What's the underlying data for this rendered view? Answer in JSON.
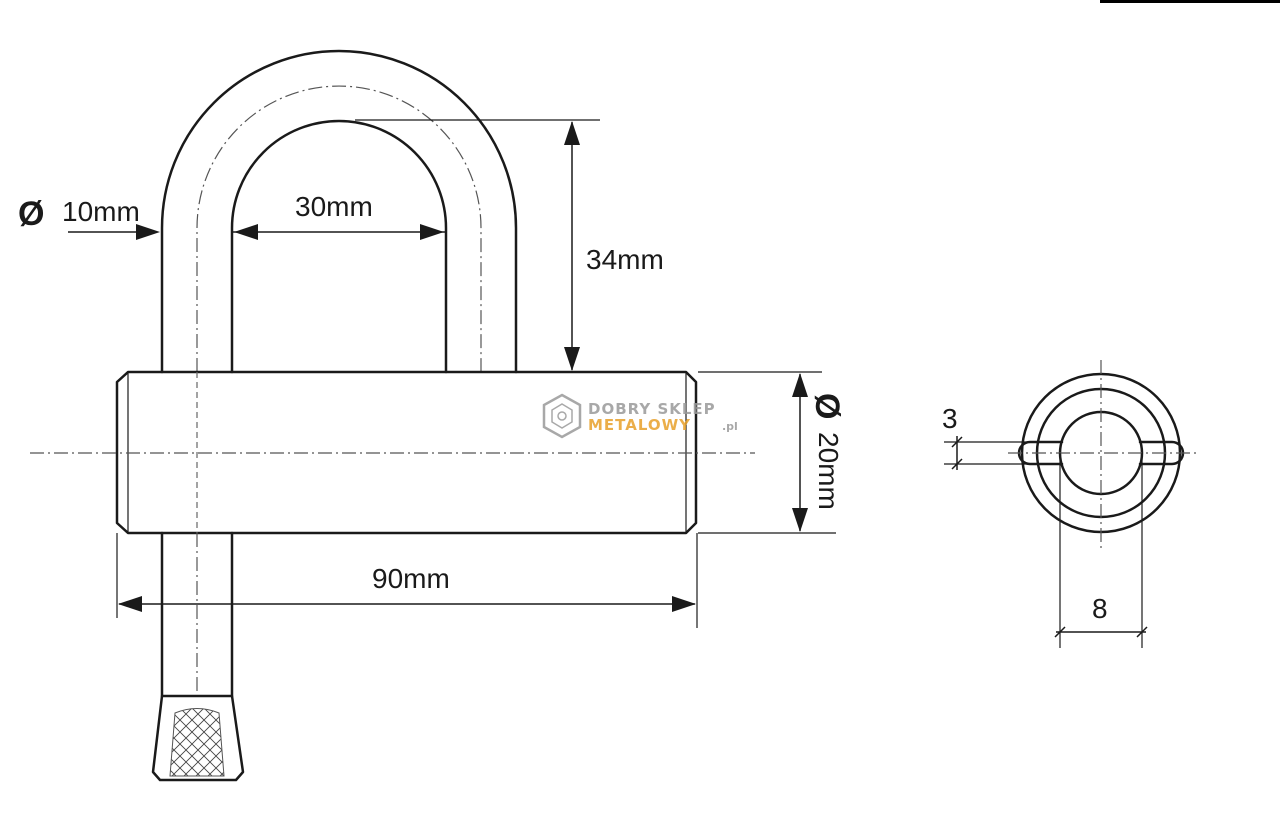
{
  "dimensions": {
    "rod_diameter": "10mm",
    "inner_width": "30mm",
    "shackle_height": "34mm",
    "body_diameter": "20mm",
    "body_length": "90mm",
    "pin_thickness": "3",
    "bore_width": "8"
  },
  "symbols": {
    "diameter": "Ø"
  },
  "watermark": {
    "line1": "DOBRY SKLEP",
    "line2": "METALOWY",
    "suffix": ".pl",
    "color_primary": "#9a9a9a",
    "color_accent": "#e8a02a"
  },
  "colors": {
    "ink": "#1a1a1a",
    "background": "#ffffff"
  }
}
